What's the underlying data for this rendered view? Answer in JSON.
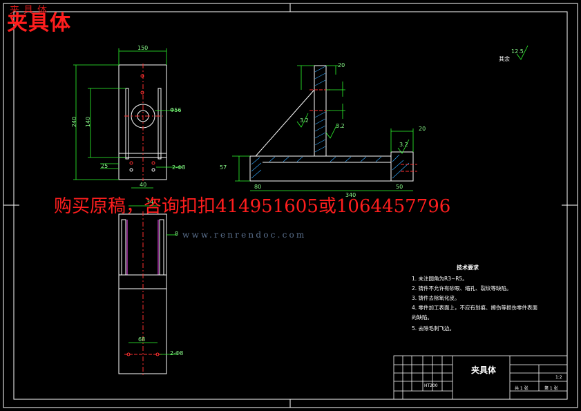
{
  "drawing": {
    "corner_title": "夹具体",
    "promo": "购买原稿，咨询扣扣414951605或1064457796",
    "watermark_url": "www.renrendoc.com",
    "surface_label": "其余",
    "surface_value": "12.5"
  },
  "dimensions": {
    "top_width": "150",
    "left_height": "240",
    "inner_height": "140",
    "bore_dia": "Φ56",
    "hole_spec": "2-Φ8",
    "bottom_offset": "40",
    "bottom_small": "25",
    "side_width": "340",
    "side_height": "57",
    "side_base": "80",
    "top_small": "20",
    "rough_32": "3.2",
    "rough_32b": "3.2",
    "rough_32c": "3.2",
    "right_dim": "20",
    "right_width": "50",
    "lower_width": "34",
    "lower_hole": "8",
    "lower_bottom": "68",
    "lower_hole_spec": "2-Φ8"
  },
  "tech_notes": {
    "title": "技术要求",
    "items": [
      "1. 未注圆角为R3~R5。",
      "2. 铸件不允许有砂眼、缩孔、裂纹等缺陷。",
      "3. 铸件去除氧化皮。",
      "4. 零件加工表面上，不应有划痕、擦伤等损伤零件表面",
      "的缺陷。",
      "5. 去除毛刺飞边。"
    ]
  },
  "title_block": {
    "part_name": "夹具体",
    "scale": "1:2",
    "sheet": "第 1 张",
    "total": "共 1 张",
    "material": "HT200"
  }
}
